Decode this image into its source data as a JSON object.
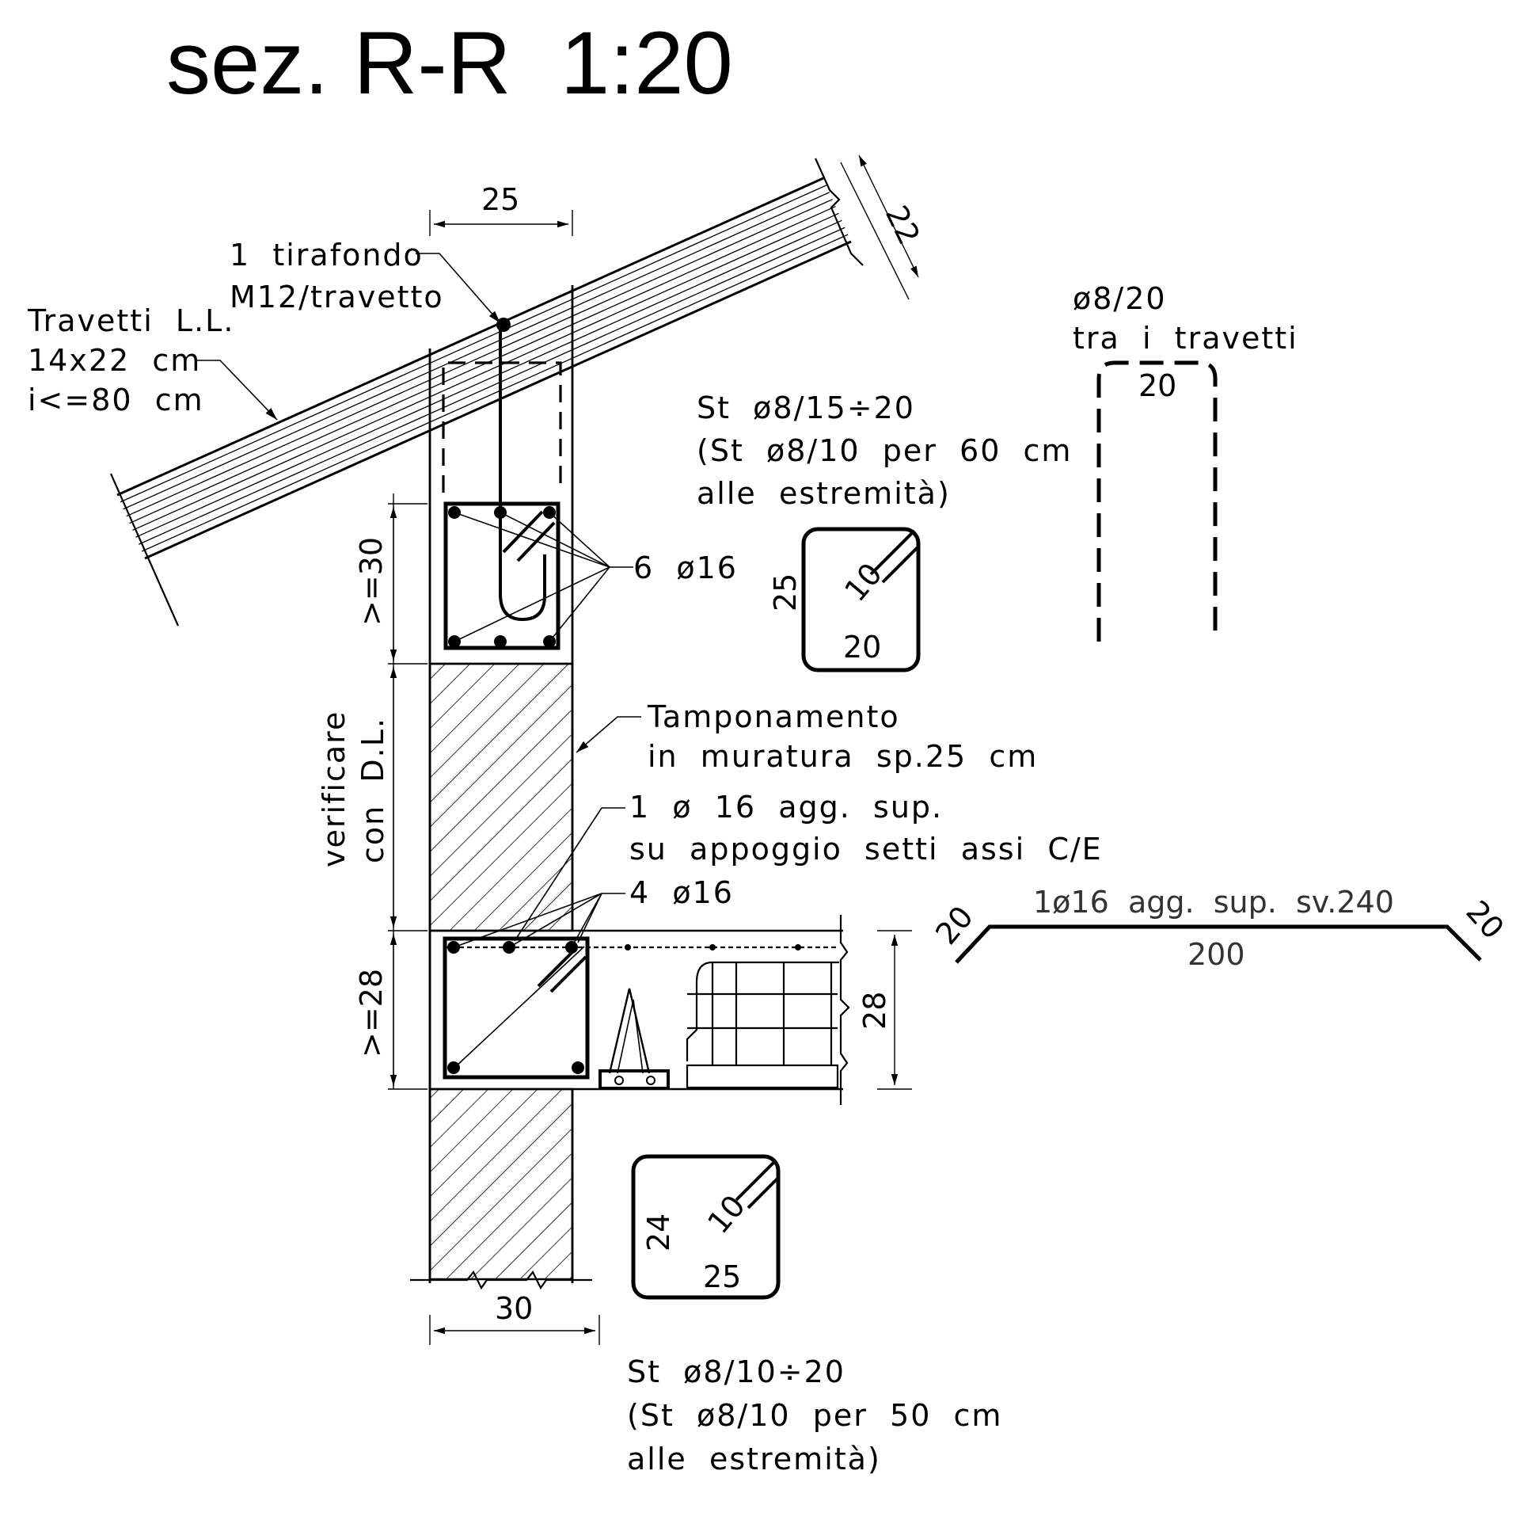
{
  "title": "sez. R-R  1:20",
  "labels": {
    "tirafondo_1": "1  tirafondo",
    "tirafondo_2": "M12/travetto",
    "travetti_1": "Travetti  L.L.",
    "travetti_2": "14x22  cm",
    "travetti_3": "i<=80  cm",
    "st_top_1": "St  ø8/15÷20",
    "st_top_2": "(St  ø8/10  per  60  cm",
    "st_top_3": "alle  estremità)",
    "bars_top": "6  ø16",
    "tamp_1": "Tamponamento",
    "tamp_2": "in  muratura  sp.25  cm",
    "agg_1": "1  ø  16  agg.  sup.",
    "agg_2": "su  appoggio  setti  assi  C/E",
    "bars_bottom": "4  ø16",
    "verif_1": "verificare",
    "verif_2": "con  D.L.",
    "st_bottom_1": "St  ø8/10÷20",
    "st_bottom_2": "(St  ø8/10  per  50  cm",
    "st_bottom_3": "alle  estremità)",
    "hook_1": "ø8/20",
    "hook_2": "tra  i  travetti",
    "bent_bar": "1ø16  agg.  sup.  sv.240"
  },
  "dimensions": {
    "beam_width_top": "25",
    "rafter_depth": "22",
    "top_height": ">=30",
    "bottom_height": ">=28",
    "slab_depth": "28",
    "wall_width": "30",
    "stirrup_top_h": "25",
    "stirrup_top_w": "20",
    "stirrup_top_hook": "10",
    "stirrup_bot_h": "24",
    "stirrup_bot_w": "25",
    "stirrup_bot_hook": "10",
    "hook_width": "20",
    "bent_left": "20",
    "bent_right": "20",
    "bent_length": "200"
  }
}
